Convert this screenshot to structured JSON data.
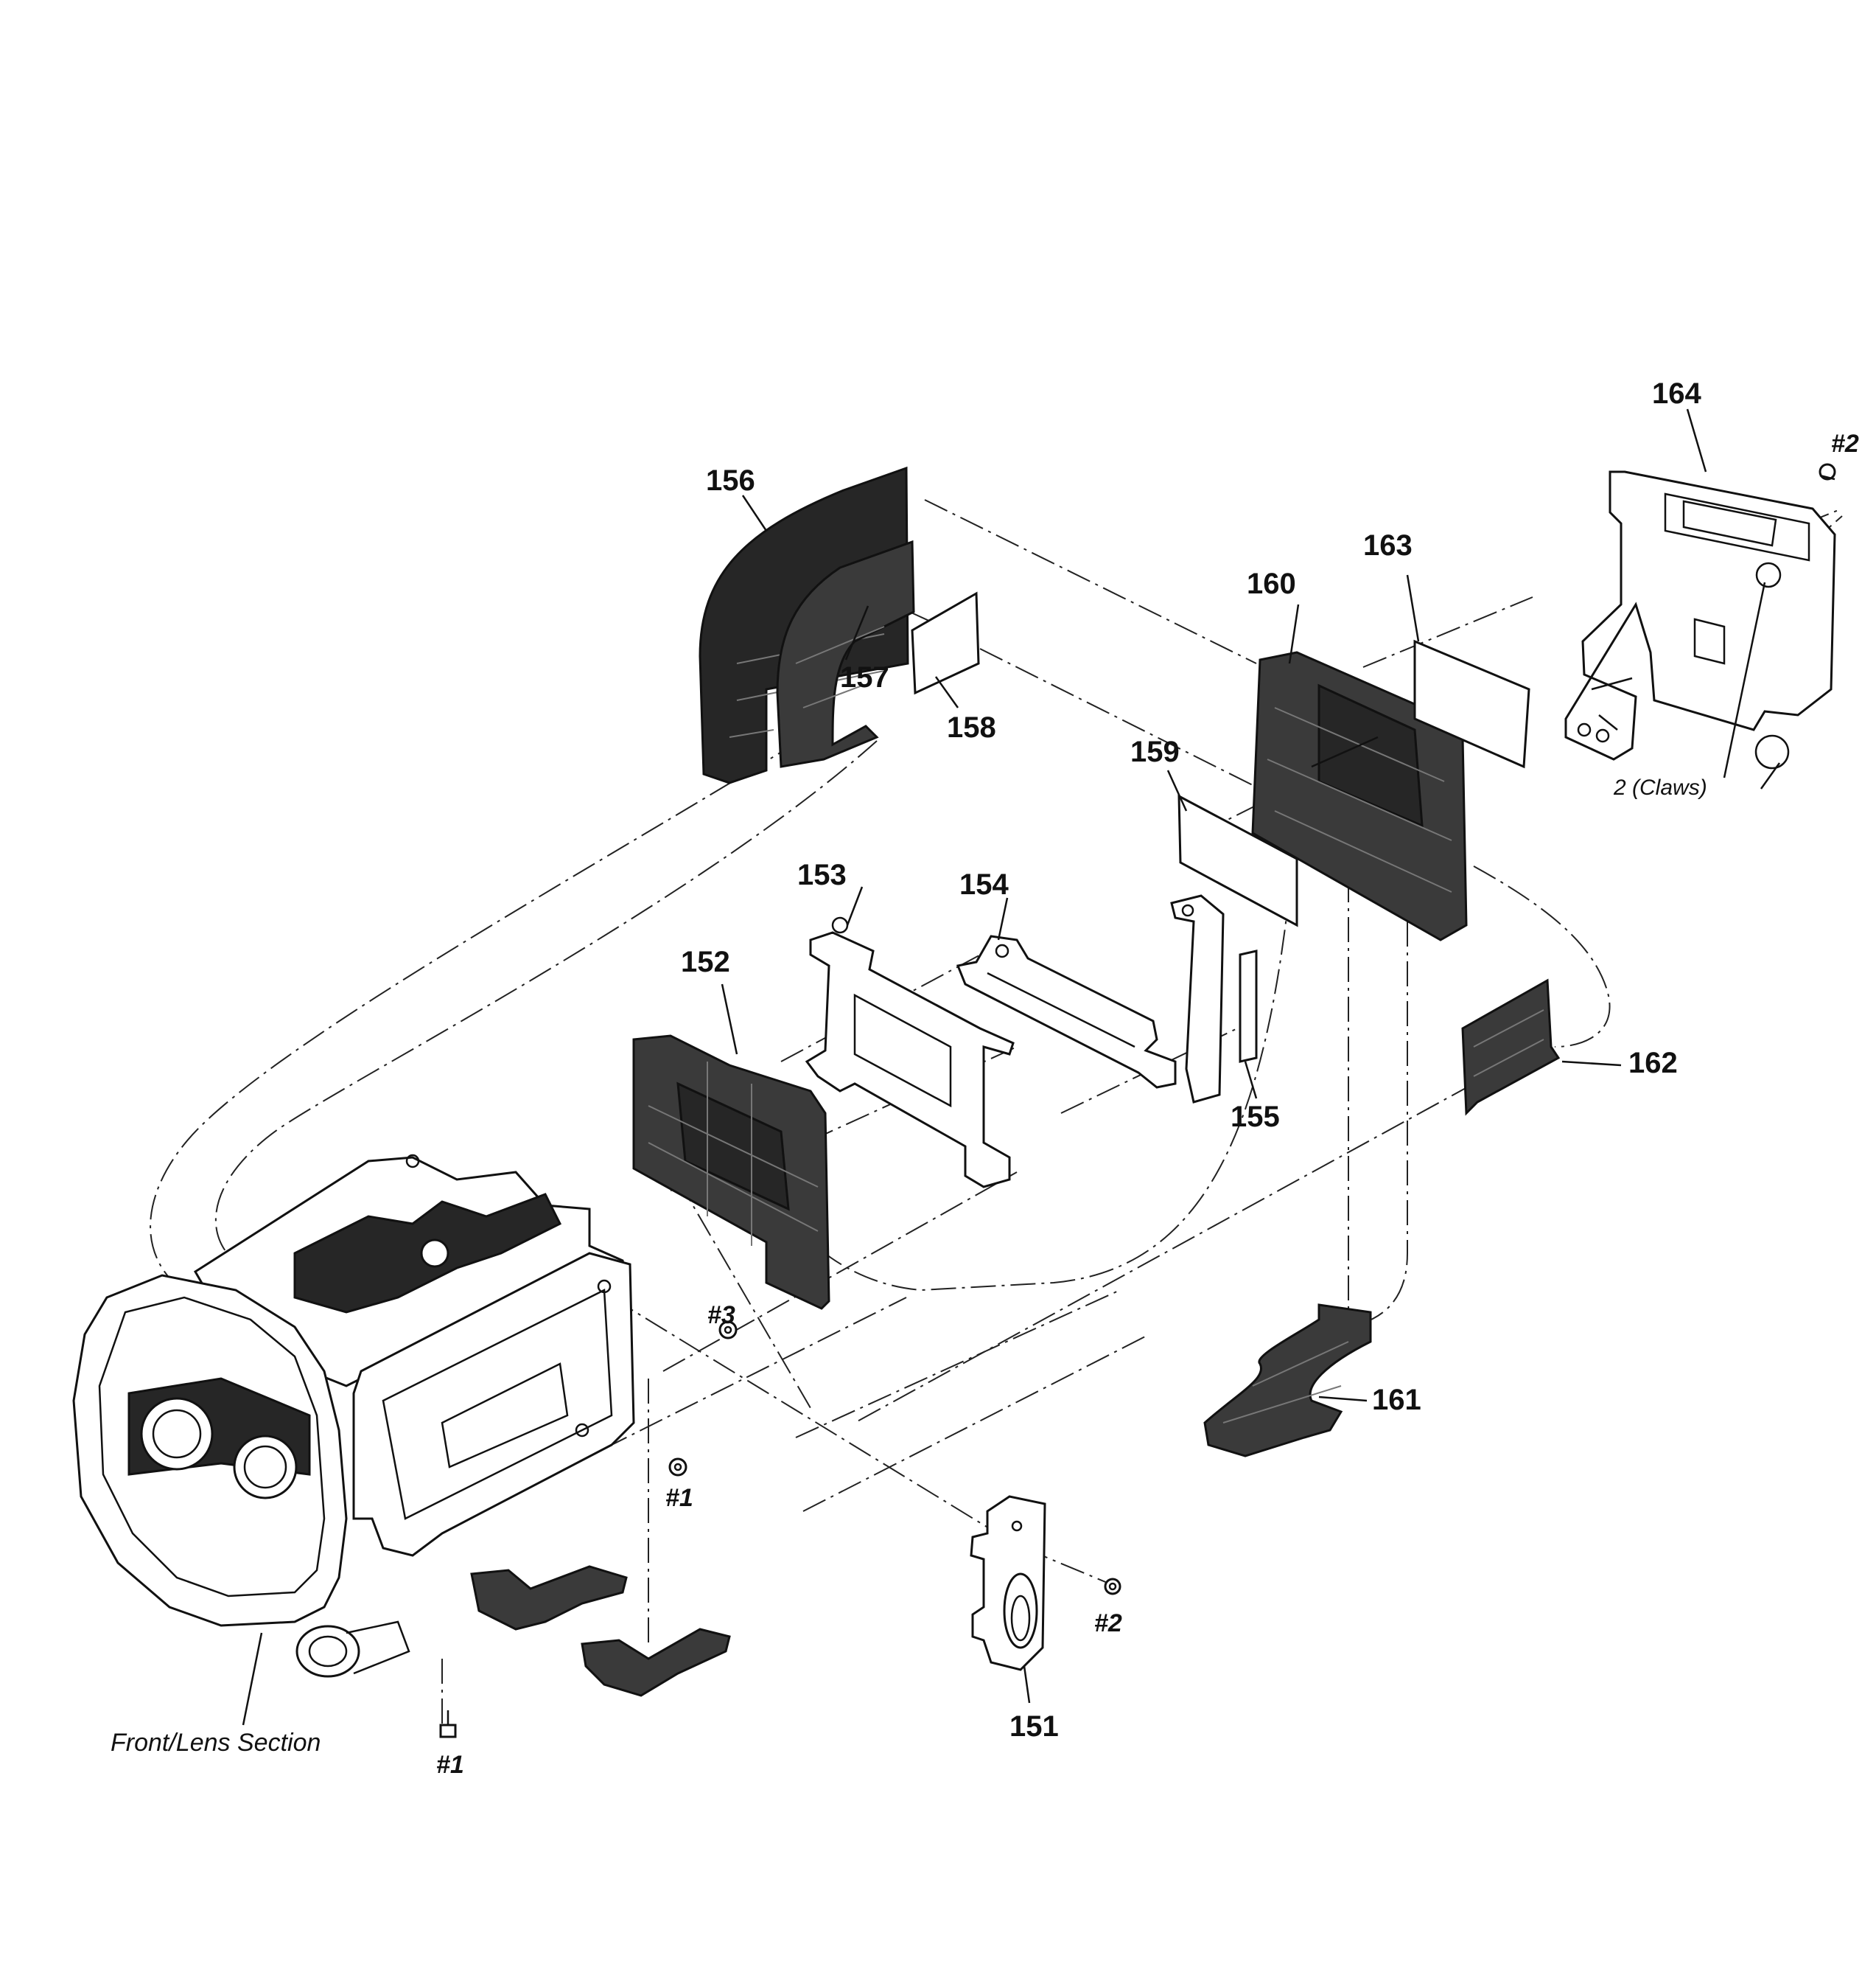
{
  "diagram": {
    "part_labels": {
      "p151": "151",
      "p152": "152",
      "p153": "153",
      "p154": "154",
      "p155": "155",
      "p156": "156",
      "p157": "157",
      "p158": "158",
      "p159": "159",
      "p160": "160",
      "p161": "161",
      "p162": "162",
      "p163": "163",
      "p164": "164"
    },
    "screw_labels": {
      "s1a": "#1",
      "s1b": "#1",
      "s2a": "#2",
      "s2b": "#2",
      "s3": "#3"
    },
    "notes": {
      "claws": "2 (Claws)",
      "front_section": "Front/Lens Section"
    }
  }
}
